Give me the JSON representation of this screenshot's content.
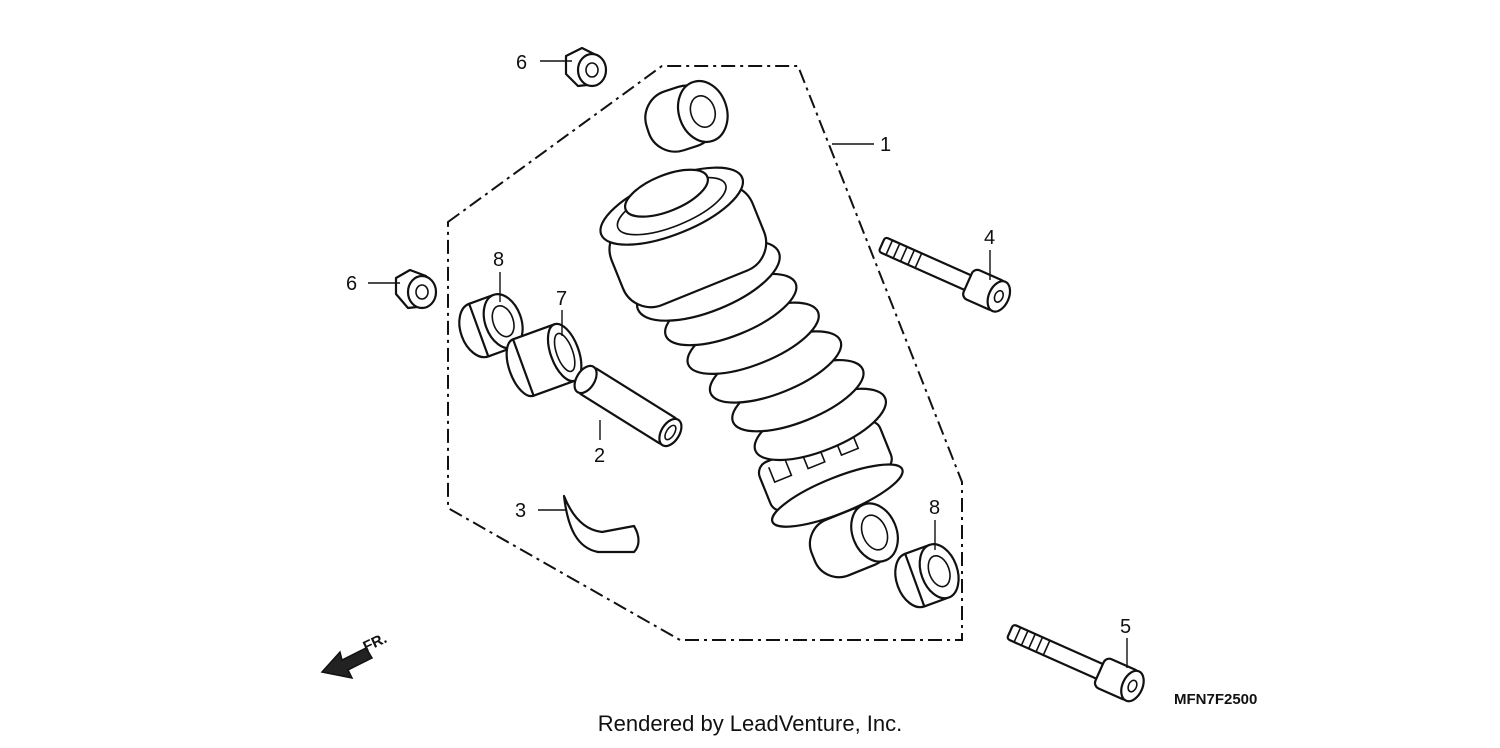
{
  "diagram": {
    "callouts": {
      "shock_absorber": "1",
      "collar": "2",
      "label": "3",
      "bolt_upper": "4",
      "bolt_lower": "5",
      "nut_top": "6",
      "nut_left": "6",
      "bushing": "7",
      "seal_left": "8",
      "seal_right": "8"
    },
    "direction_label": "FR.",
    "diagram_code": "MFN7F2500",
    "credit": "Rendered by LeadVenture, Inc."
  }
}
